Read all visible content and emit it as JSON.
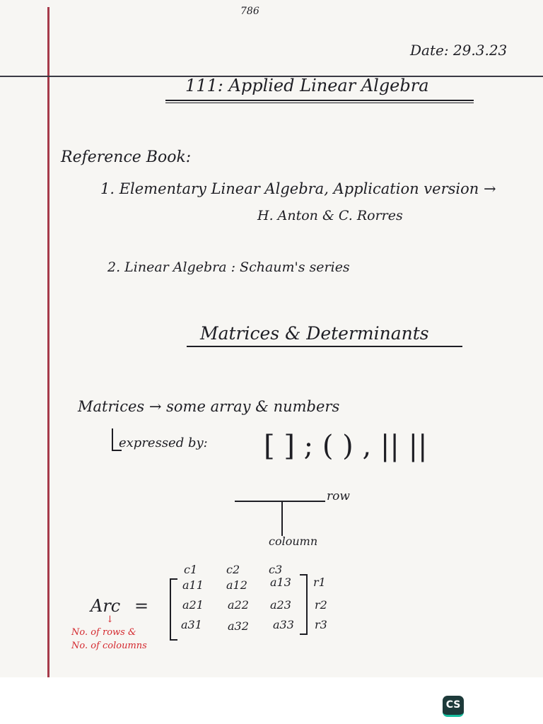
{
  "page_number": "786",
  "date": "Date: 29.3.23",
  "course_title": "111: Applied Linear Algebra",
  "reference_heading": "Reference Book:",
  "references": [
    {
      "line": "1. Elementary Linear Algebra, Application version →",
      "authors": "H. Anton & C. Rorres"
    },
    {
      "line": "2. Linear Algebra : Schaum's series"
    }
  ],
  "section_title": "Matrices & Determinants",
  "definition": "Matrices → some array & numbers",
  "expressed_by": "expressed by:",
  "expressed_symbols": "[ ] ; ( ) , ||  ||",
  "diagram": {
    "row": "row",
    "column": "coloumn"
  },
  "matrix": {
    "name": "Arc",
    "equals": "=",
    "column_headers": [
      "c1",
      "c2",
      "c3"
    ],
    "row_labels": [
      "r1",
      "r2",
      "r3"
    ],
    "entries": [
      [
        "a11",
        "a12",
        "a13"
      ],
      [
        "a21",
        "a22",
        "a23"
      ],
      [
        "a31",
        "a32",
        "a33"
      ]
    ]
  },
  "annotation": {
    "arrow": "↓",
    "line1": "No. of rows &",
    "line2": "No. of coloumns",
    "color": "#d4292f"
  },
  "badge": {
    "label": "CS",
    "icon": "camscanner-icon"
  }
}
